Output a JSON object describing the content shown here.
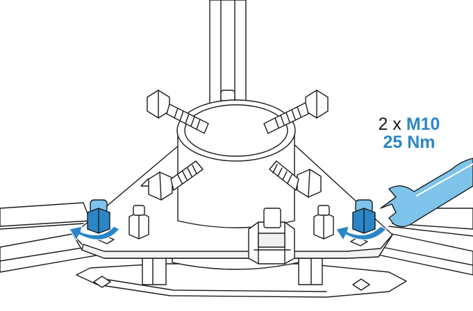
{
  "spec": {
    "prefix": "2 x",
    "bolt": "M10",
    "torque": "25 Nm"
  },
  "colors": {
    "accent": "#2a86c6",
    "accent_light": "#7ec3ea",
    "ink": "#1a1a1a",
    "metal_fill": "#ffffff",
    "shade": "#e6e6e6"
  },
  "icons": [
    "wrench-icon",
    "rotation-arrow-icon",
    "bolt-icon",
    "nut-icon"
  ]
}
